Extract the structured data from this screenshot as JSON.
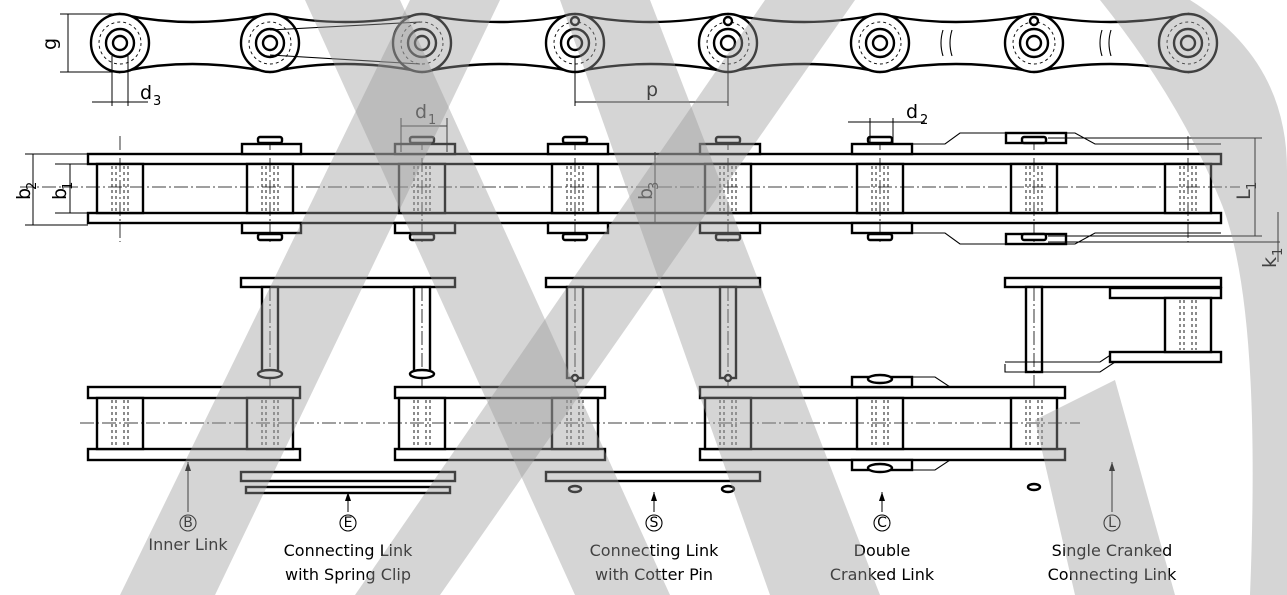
{
  "dimensions": {
    "g": "g",
    "d3": "d",
    "d3_sub": "3",
    "p": "p",
    "d1": "d",
    "d1_sub": "1",
    "d2": "d",
    "d2_sub": "2",
    "b2": "b",
    "b2_sub": "2",
    "b1": "b",
    "b1_sub": "1",
    "b3": "b",
    "b3_sub": "3",
    "L1": "L",
    "L1_sub": "1",
    "k1": "k",
    "k1_sub": "1"
  },
  "links": [
    {
      "letter": "B",
      "line1": "Inner Link",
      "line2": ""
    },
    {
      "letter": "E",
      "line1": "Connecting Link",
      "line2": "with Spring Clip"
    },
    {
      "letter": "S",
      "line1": "Connecting Link",
      "line2": "with Cotter Pin"
    },
    {
      "letter": "C",
      "line1": "Double",
      "line2": "Cranked Link"
    },
    {
      "letter": "L",
      "line1": "Single Cranked",
      "line2": "Connecting Link"
    }
  ]
}
